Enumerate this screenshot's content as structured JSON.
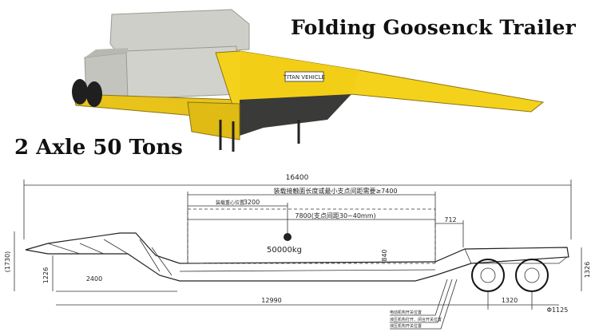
{
  "header": {
    "title": "Folding Goosenck Trailer",
    "subtitle": "2 Axle 50 Tons"
  },
  "photo": {
    "decal": "TITAN VEHICLE",
    "body_color": "#f4d21c",
    "load_color": "#c9c9c4"
  },
  "drawing": {
    "overall_length": "16400",
    "deck_requirement_note": "装载接触面长度或最小支点间距需要≥7400",
    "cg_label": "装载重心位置",
    "cg_offset": "3200",
    "support_span": "7800(支点间距30~40mm)",
    "rear_dim": "712",
    "load": "50000kg",
    "deck_height": "840",
    "neck_height": "1226",
    "total_height": "(1730)",
    "rear_height": "1326",
    "gooseneck_length": "2400",
    "deck_length": "12990",
    "axle_spacing": "1320",
    "tire_size": "Φ1125",
    "notes": [
      "电动机构开关位置",
      "液压机构打开、闭合开关位置",
      "液压机构开关位置"
    ]
  }
}
